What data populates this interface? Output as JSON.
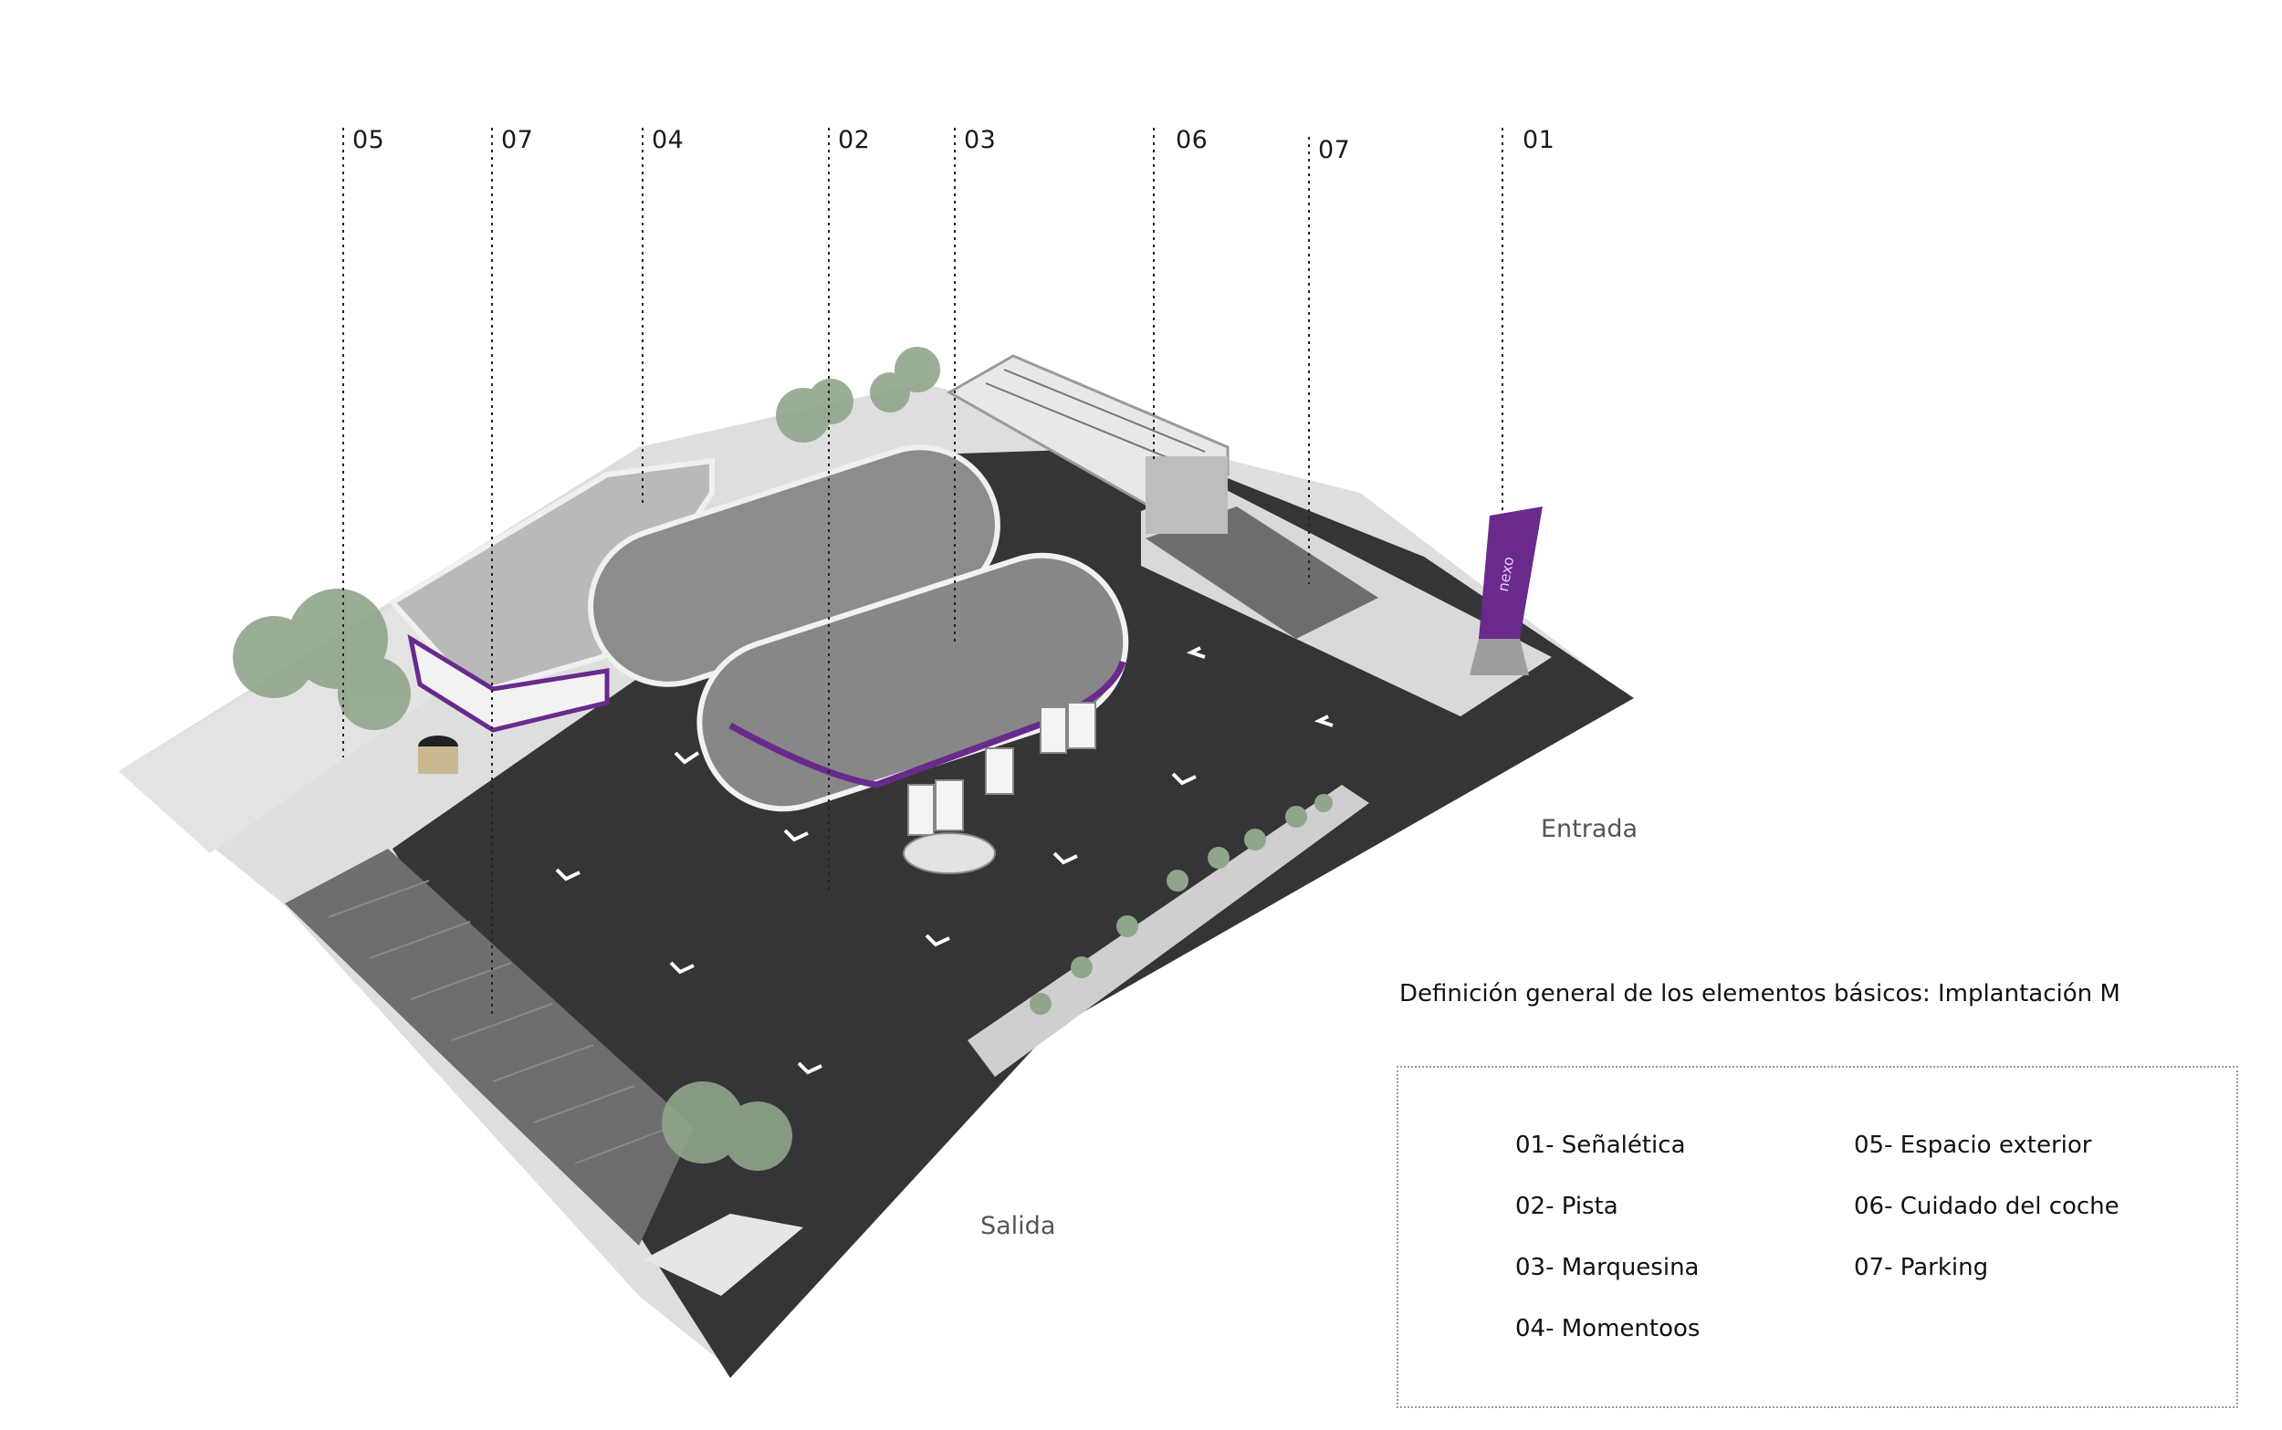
{
  "callouts": [
    {
      "id": "05",
      "text": "05"
    },
    {
      "id": "07a",
      "text": "07"
    },
    {
      "id": "04",
      "text": "04"
    },
    {
      "id": "02",
      "text": "02"
    },
    {
      "id": "03",
      "text": "03"
    },
    {
      "id": "06",
      "text": "06"
    },
    {
      "id": "07b",
      "text": "07"
    },
    {
      "id": "01",
      "text": "01"
    }
  ],
  "areas": {
    "entrance": "Entrada",
    "exit": "Salida"
  },
  "caption": "Definición general de los elementos básicos: Implantación M",
  "legend": [
    {
      "text": "01- Señalética"
    },
    {
      "text": "02- Pista"
    },
    {
      "text": "03- Marquesina"
    },
    {
      "text": "04- Momentoos"
    },
    {
      "text": "05- Espacio exterior"
    },
    {
      "text": "06- Cuidado del coche"
    },
    {
      "text": "07- Parking"
    }
  ],
  "totem_text": "nexo",
  "colors": {
    "asphalt": "#333335",
    "sidewalk": "#dcdcdc",
    "canopy_roof": "#8a8a8a",
    "canopy_edge": "#f2f2f2",
    "brand_purple": "#6a2a8c",
    "parking_bay": "#6b6b6b",
    "planter": "#e6e6e6",
    "tree_green": "#8fa68a"
  }
}
